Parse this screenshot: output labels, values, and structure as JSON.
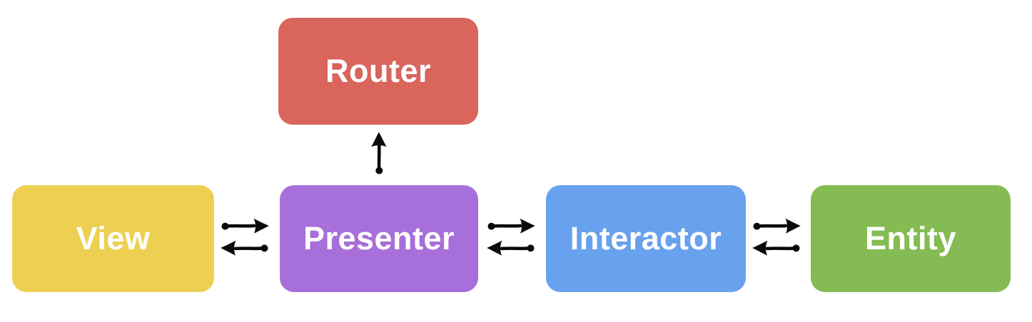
{
  "canvas": {
    "background": "#FFFFFF",
    "arrow_color": "#0A0A0A"
  },
  "nodes": {
    "router": {
      "label": "Router",
      "color": "#D9655C"
    },
    "view": {
      "label": "View",
      "color": "#EDD051"
    },
    "presenter": {
      "label": "Presenter",
      "color": "#A76FD9"
    },
    "interactor": {
      "label": "Interactor",
      "color": "#68A1ED"
    },
    "entity": {
      "label": "Entity",
      "color": "#84BC53"
    }
  },
  "edges": [
    {
      "from": "Presenter",
      "to": "Router",
      "type": "one-way",
      "direction": "up"
    },
    {
      "from": "View",
      "to": "Presenter",
      "type": "two-way",
      "direction": "horizontal"
    },
    {
      "from": "Presenter",
      "to": "Interactor",
      "type": "two-way",
      "direction": "horizontal"
    },
    {
      "from": "Interactor",
      "to": "Entity",
      "type": "two-way",
      "direction": "horizontal"
    }
  ]
}
